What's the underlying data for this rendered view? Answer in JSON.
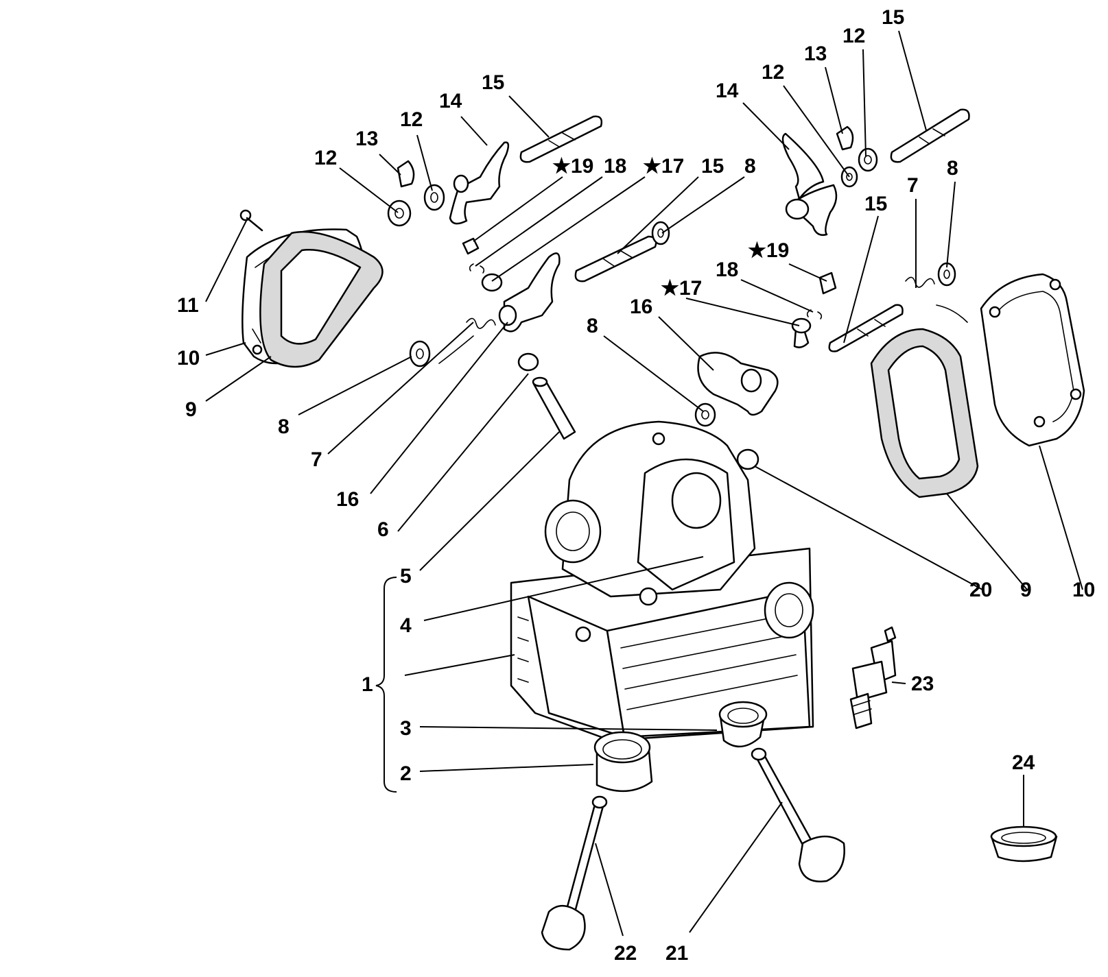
{
  "diagram": {
    "labels": {
      "c1": "1",
      "c2": "2",
      "c3": "3",
      "c4": "4",
      "c5": "5",
      "c6": "6",
      "l7": "7",
      "r7": "7",
      "l8a": "8",
      "l8b": "8",
      "r8a": "8",
      "r8b": "8",
      "l9": "9",
      "r9": "9",
      "l10": "10",
      "r10": "10",
      "l11": "11",
      "l12a": "12",
      "l12b": "12",
      "r12a": "12",
      "r12b": "12",
      "l13": "13",
      "r13": "13",
      "l14": "14",
      "r14": "14",
      "l15a": "15",
      "l15b": "15",
      "r15a": "15",
      "r15b": "15",
      "l16": "16",
      "r16": "16",
      "l17": "★17",
      "r17": "★17",
      "l18": "18",
      "r18": "18",
      "l19": "★19",
      "r19": "★19",
      "c20": "20",
      "c21": "21",
      "c22": "22",
      "c23": "23",
      "c24": "24"
    }
  }
}
